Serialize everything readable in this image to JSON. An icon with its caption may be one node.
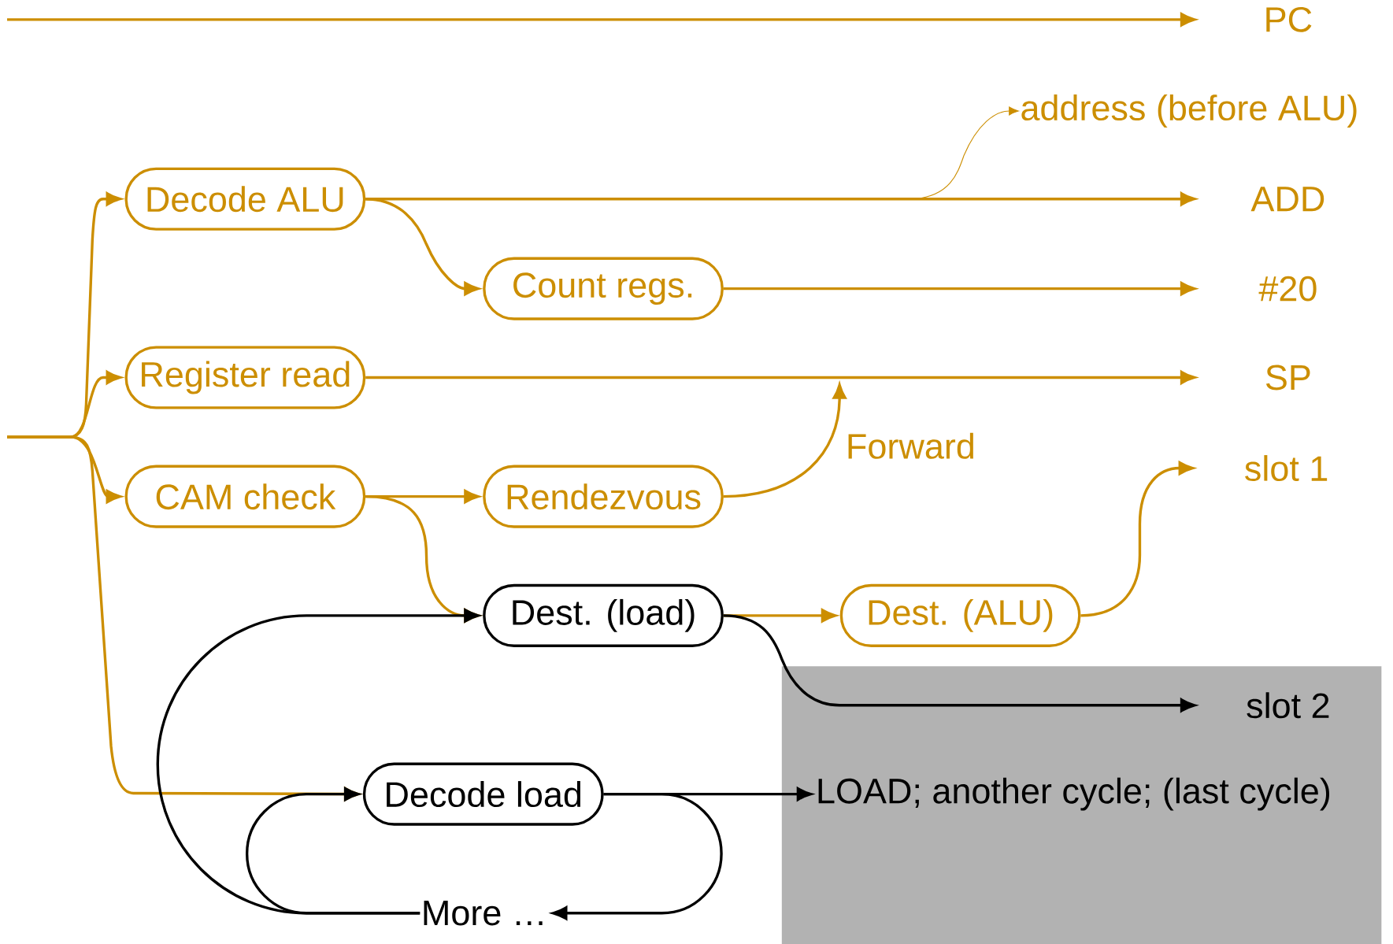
{
  "diagram": {
    "nodes": [
      {
        "text": [
          "PC"
        ]
      },
      {
        "text": [
          "address (before ALU)"
        ]
      },
      {
        "text": [
          "Decode ALU"
        ]
      },
      {
        "text": [
          "ADD"
        ]
      },
      {
        "text": [
          "Count regs."
        ]
      },
      {
        "text": [
          "#20"
        ]
      },
      {
        "text": [
          "Register read"
        ]
      },
      {
        "text": [
          "SP"
        ]
      },
      {
        "text": [
          "CAM check"
        ]
      },
      {
        "text": [
          "Rendezvous"
        ]
      },
      {
        "text": [
          "slot 1"
        ]
      },
      {
        "text": [
          "Dest. (load)"
        ]
      },
      {
        "text": [
          "Dest. (ALU)"
        ]
      },
      {
        "text": [
          "slot 2"
        ]
      },
      {
        "text": [
          "Decode load"
        ]
      },
      {
        "text": [
          "LOAD; another cycle; (last cycle)"
        ]
      },
      {
        "text": [
          "More …"
        ]
      }
    ],
    "edges": [
      {
        "from": null,
        "to": 0,
        "arrow": "to"
      },
      {
        "from": null,
        "to": 2,
        "arrow": "to"
      },
      {
        "from": null,
        "to": 6,
        "arrow": "to"
      },
      {
        "from": null,
        "to": 8,
        "arrow": "to"
      },
      {
        "from": null,
        "to": 14,
        "arrow": "to"
      },
      {
        "from": 2,
        "to": 3,
        "arrow": "to"
      },
      {
        "from": 2,
        "to": 1,
        "arrow": "to"
      },
      {
        "from": 2,
        "to": 4,
        "arrow": "to"
      },
      {
        "from": 4,
        "to": 5,
        "arrow": "to"
      },
      {
        "from": 6,
        "to": 7,
        "arrow": "to"
      },
      {
        "from": 8,
        "to": 9,
        "arrow": "to"
      },
      {
        "from": 8,
        "to": 11,
        "arrow": "to"
      },
      {
        "from": 9,
        "to": null,
        "arrow": "to",
        "label": "Forward"
      },
      {
        "from": 11,
        "to": 12,
        "arrow": "to"
      },
      {
        "from": 11,
        "to": 13,
        "arrow": "to",
        "color": "#000000"
      },
      {
        "from": 12,
        "to": 10,
        "arrow": "to"
      },
      {
        "from": 14,
        "to": 15,
        "arrow": "to",
        "color": "#000000"
      },
      {
        "from": 14,
        "to": 16,
        "arrow": "to",
        "color": "#000000"
      },
      {
        "from": 16,
        "to": 11,
        "arrow": "to",
        "color": "#000000"
      },
      {
        "from": 16,
        "to": 14,
        "arrow": "to",
        "color": "#000000"
      }
    ]
  }
}
